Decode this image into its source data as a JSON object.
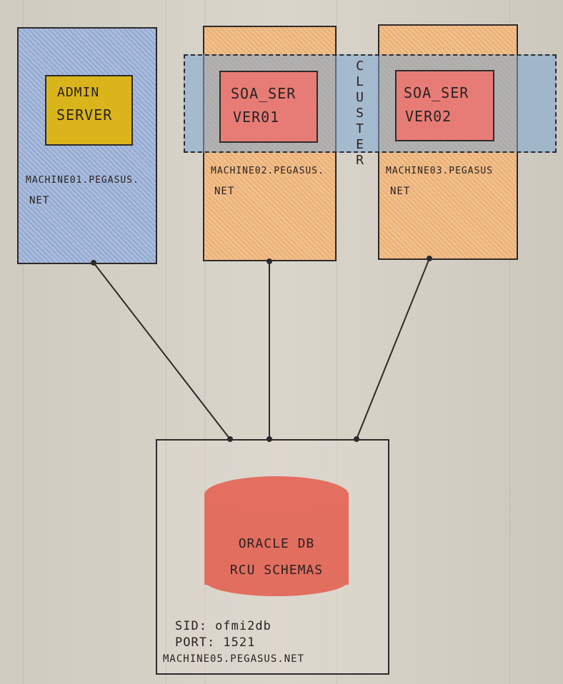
{
  "admin_server": {
    "label_line1": "ADMIN",
    "label_line2": "SERVER",
    "machine_line1": "MACHINE01.PEGASUS.",
    "machine_line2": "NET"
  },
  "soa_server_1": {
    "label_line1": "SOA_SER",
    "label_line2": "VER01",
    "machine_line1": "MACHINE02.PEGASUS.",
    "machine_line2": "NET"
  },
  "soa_server_2": {
    "label_line1": "SOA_SER",
    "label_line2": "VER02",
    "machine_line1": "MACHINE03.PEGASUS",
    "machine_line2": "NET"
  },
  "cluster": {
    "label": "CLUSTER"
  },
  "database": {
    "label_line1": "ORACLE DB",
    "label_line2": "RCU SCHEMAS",
    "sid": "SID: ofmi2db",
    "port": "PORT: 1521",
    "machine": "MACHINE05.PEGASUS.NET"
  },
  "colors": {
    "admin_machine": "#9eb3d5",
    "soa_machine": "#e8b27e",
    "admin_server": "#d9b51b",
    "soa_server": "#e77c76",
    "database": "#e26e5f",
    "cluster": "#7da5d2"
  }
}
